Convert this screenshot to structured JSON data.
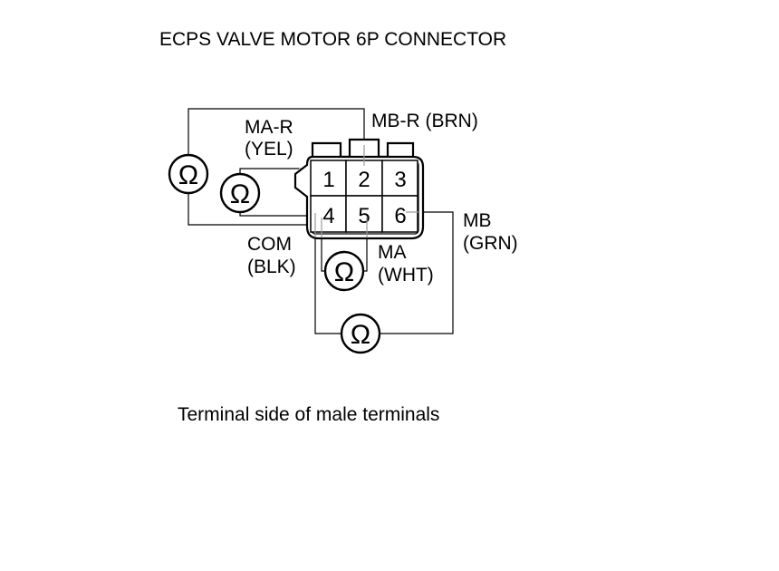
{
  "title": "ECPS VALVE MOTOR 6P CONNECTOR",
  "caption": "Terminal side of male terminals",
  "pins": [
    "1",
    "2",
    "3",
    "4",
    "5",
    "6"
  ],
  "meter_symbol": "Ω",
  "labels": {
    "ma_r": {
      "name": "MA-R",
      "color": "(YEL)"
    },
    "mb_r": {
      "text": "MB-R (BRN)"
    },
    "mb": {
      "name": "MB",
      "color": "(GRN)"
    },
    "com": {
      "name": "COM",
      "color": "(BLK)"
    },
    "ma": {
      "name": "MA",
      "color": "(WHT)"
    }
  },
  "icons": [
    "ohmmeter-icon",
    "connector-icon"
  ],
  "colors": {
    "line": "#000000",
    "thin_line": "#9a9a9a",
    "background": "#ffffff"
  }
}
